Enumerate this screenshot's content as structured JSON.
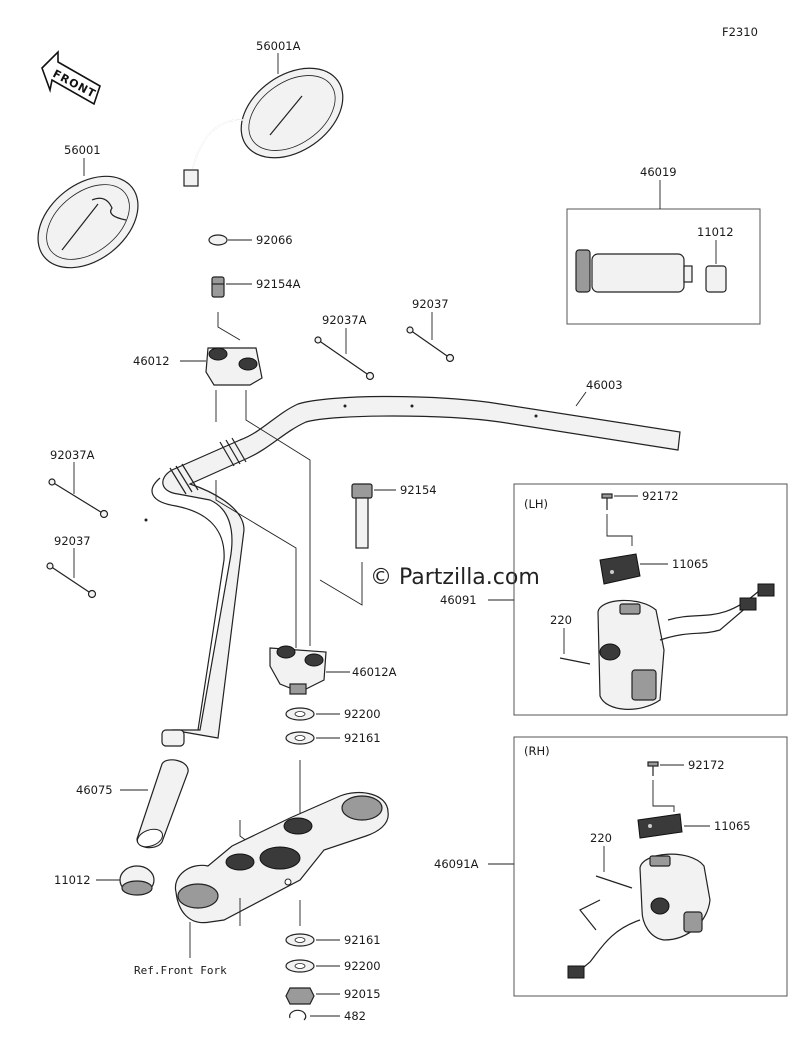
{
  "figure_code": "F2310",
  "watermark": "© Partzilla.com",
  "front_arrow": "FRONT",
  "ref_note": "Ref.Front Fork",
  "groups": {
    "lh": "(LH)",
    "rh": "(RH)"
  },
  "labels": {
    "p56001A": "56001A",
    "p56001": "56001",
    "p92066": "92066",
    "p92154A": "92154A",
    "p46012": "46012",
    "p92037A_top": "92037A",
    "p92037_top": "92037",
    "p46019": "46019",
    "p11012_box": "11012",
    "p46003": "46003",
    "p92037A_left": "92037A",
    "p92037_left": "92037",
    "p92154": "92154",
    "p46091": "46091",
    "p92172_lh": "92172",
    "p11065_lh": "11065",
    "p220_lh": "220",
    "p46012A": "46012A",
    "p92200_a": "92200",
    "p92161_a": "92161",
    "p46075": "46075",
    "p11012": "11012",
    "p92161_b": "92161",
    "p92200_b": "92200",
    "p92015": "92015",
    "p482": "482",
    "p92172_rh": "92172",
    "p11065_rh": "11065",
    "p220_rh": "220",
    "p46091A": "46091A"
  }
}
